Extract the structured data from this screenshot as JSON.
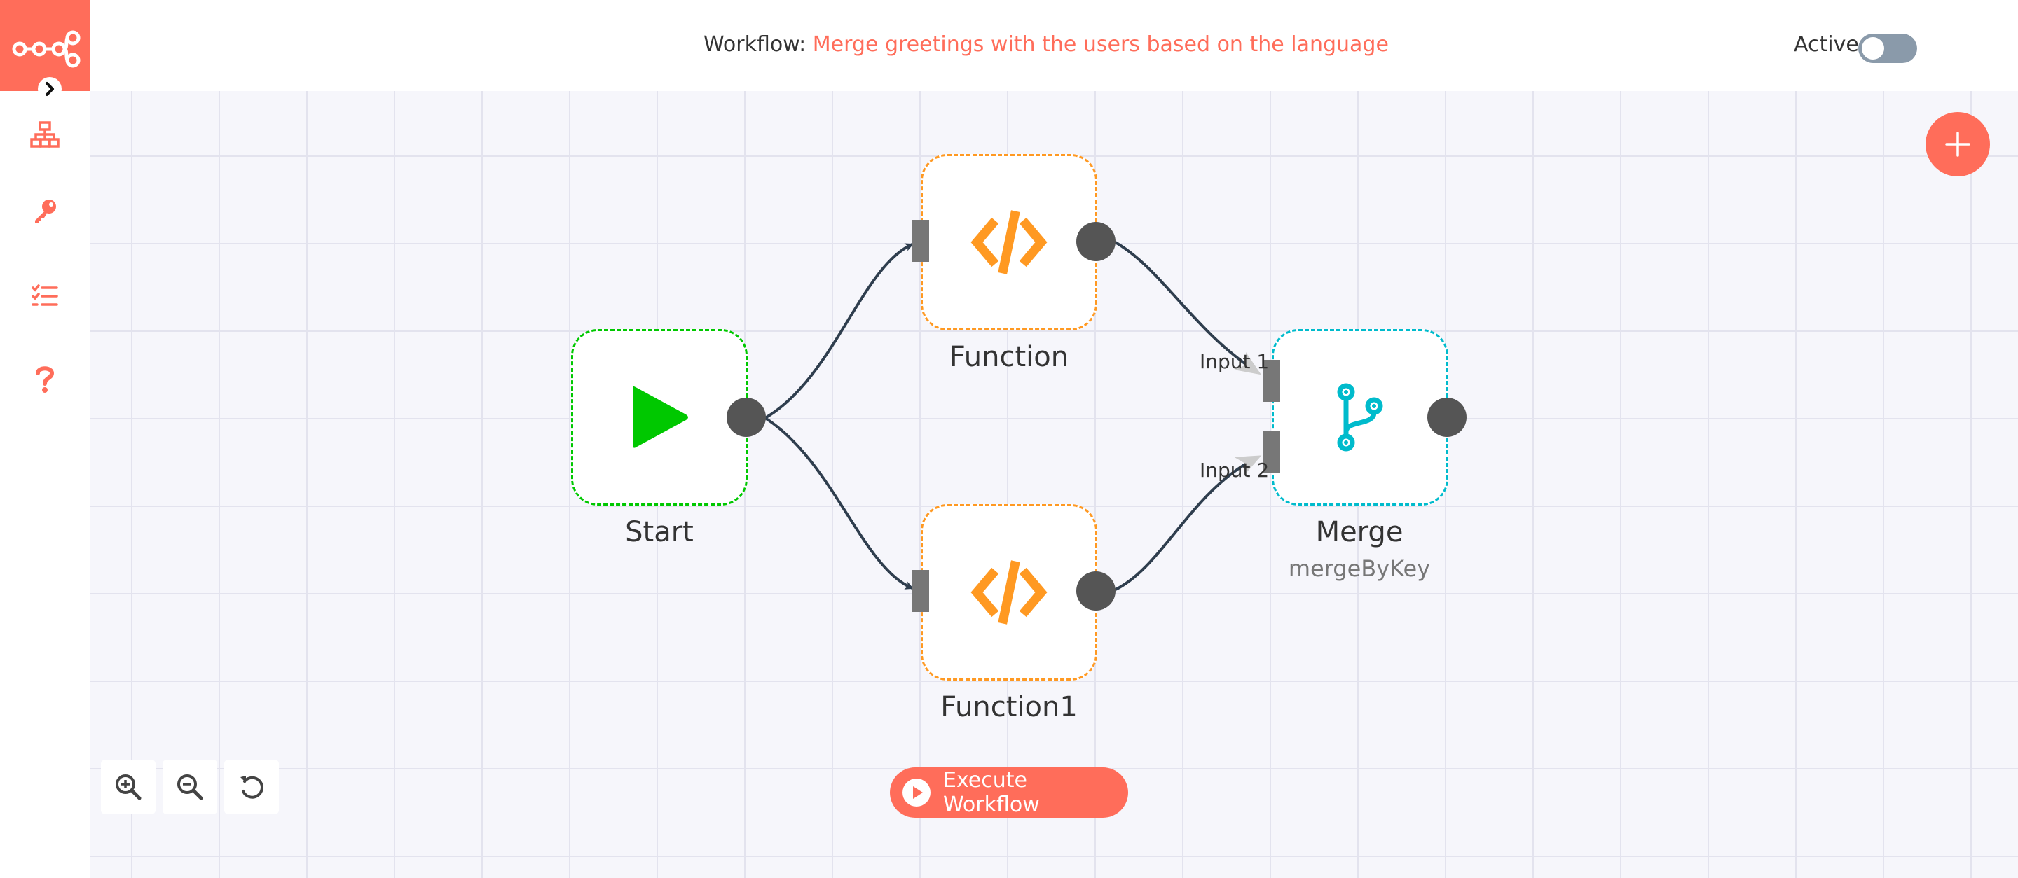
{
  "header": {
    "workflow_prefix": "Workflow:",
    "workflow_name": "Merge greetings with the users based on the language",
    "active_label": "Active:",
    "active": false
  },
  "sidebar": {
    "items": [
      {
        "icon": "network-icon"
      },
      {
        "icon": "key-icon"
      },
      {
        "icon": "list-check-icon"
      },
      {
        "icon": "question-icon"
      }
    ]
  },
  "nodes": [
    {
      "name": "Start",
      "icon": "play-icon",
      "color": "#00c800"
    },
    {
      "name": "Function",
      "icon": "code-icon",
      "color": "#ff9922"
    },
    {
      "name": "Function1",
      "icon": "code-icon",
      "color": "#ff9922"
    },
    {
      "name": "Merge",
      "subtitle": "mergeByKey",
      "icon": "merge-icon",
      "color": "#00bbcc",
      "inputs": [
        "Input 1",
        "Input 2"
      ]
    }
  ],
  "toolbar": {
    "execute_label": "Execute Workflow"
  },
  "colors": {
    "accent": "#ff6d5a",
    "connection": "#2f3e4e"
  }
}
